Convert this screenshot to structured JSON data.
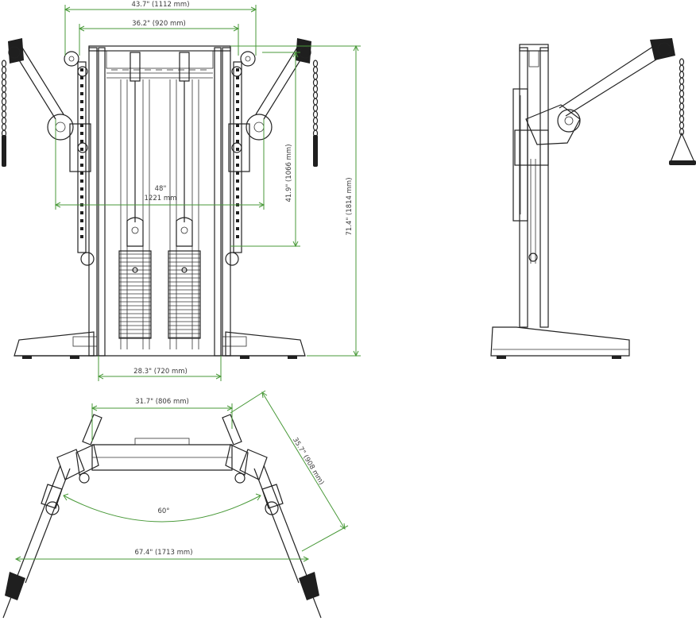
{
  "colors": {
    "dimension": "#4a9a3a",
    "ink": "#222222",
    "text": "#3a3a3a",
    "background": "#ffffff"
  },
  "front_view": {
    "overall_width": "43.7\" (1112 mm)",
    "top_frame_width": "36.2\" (920 mm)",
    "arm_span_value": "48\"",
    "arm_span_mm": "1221 mm",
    "arm_height": "41.9\" (1066 mm)",
    "total_height": "71.4\"  (1814 mm)",
    "base_width": "28.3\" (720 mm)"
  },
  "top_view": {
    "frame_width": "31.7\" (806 mm)",
    "arm_length": "35.7\" (908 mm)",
    "angle": "60°",
    "span": "67.4\" (1713 mm)"
  }
}
